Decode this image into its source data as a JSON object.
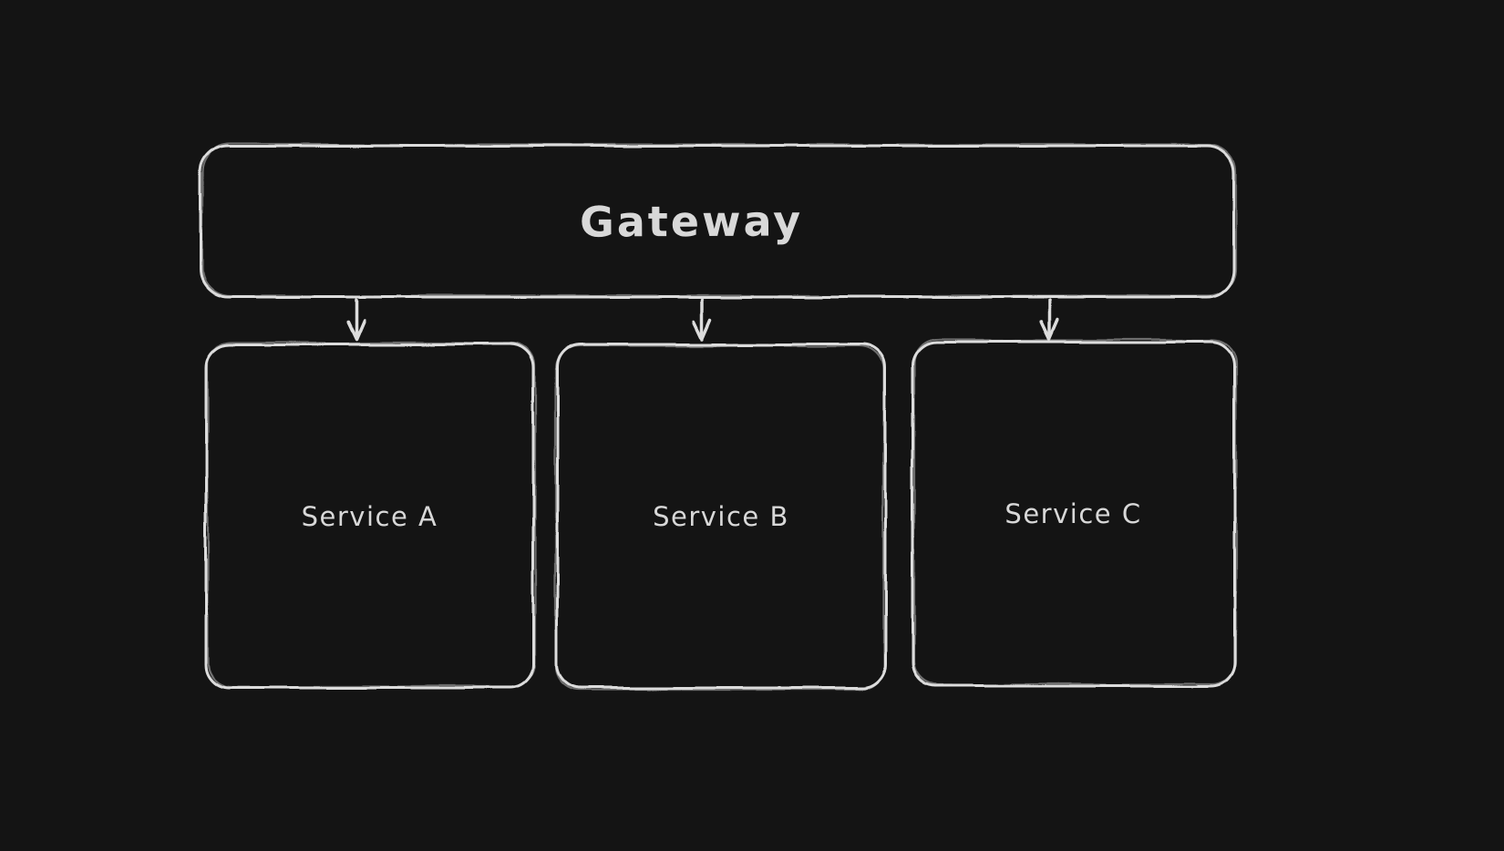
{
  "diagram": {
    "colors": {
      "background": "#141414",
      "stroke": "#dcdcdc",
      "text": "#d8d8d8"
    },
    "nodes": {
      "gateway": {
        "label": "Gateway"
      },
      "service_a": {
        "label": "Service A"
      },
      "service_b": {
        "label": "Service B"
      },
      "service_c": {
        "label": "Service C"
      }
    },
    "edges": [
      {
        "from": "gateway",
        "to": "service_a",
        "style": "arrow-down"
      },
      {
        "from": "gateway",
        "to": "service_b",
        "style": "arrow-down"
      },
      {
        "from": "gateway",
        "to": "service_c",
        "style": "arrow-down"
      }
    ]
  }
}
